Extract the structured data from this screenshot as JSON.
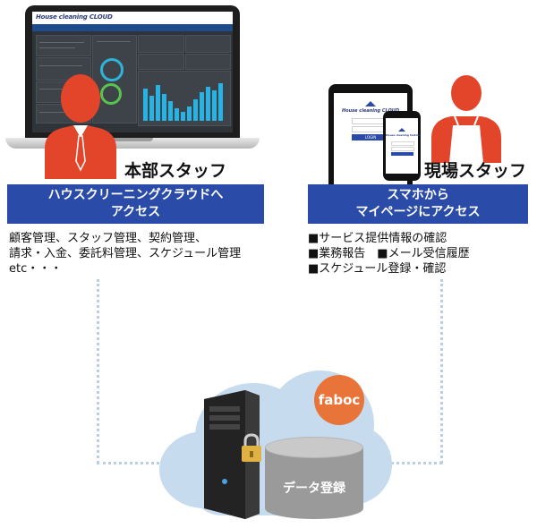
{
  "hq": {
    "label": "本部スタッフ",
    "box_line1": "ハウスクリーニングクラウドへ",
    "box_line2": "アクセス",
    "desc": [
      "顧客管理、スタッフ管理、契約管理、",
      "請求・入金、委託料管理、スケジュール管理",
      "etc・・・"
    ]
  },
  "field": {
    "label": "現場スタッフ",
    "box_line1": "スマホから",
    "box_line2": "マイページにアクセス",
    "items": [
      "■サービス提供情報の確認",
      "■業務報告　■メール受信履歴",
      "■スケジュール登録・確認"
    ]
  },
  "laptop_app": {
    "brand": "House cleaning CLOUD"
  },
  "tablet_app": {
    "brand": "House cleaning CLOUD",
    "button": "LOGIN"
  },
  "phone_app": {
    "brand": "House cleaning CLOUD"
  },
  "cloud": {
    "badge": "faboc",
    "db_label": "データ登録"
  },
  "chart_data": {
    "type": "diagram",
    "nodes": [
      "本部スタッフ",
      "現場スタッフ",
      "faboc",
      "データ登録"
    ],
    "colors": {
      "accent": "#2b4ba8",
      "person": "#e2452a",
      "badge": "#e9743a",
      "cloud": "#c7dbee"
    },
    "icons": [
      "laptop-icon",
      "person-icon",
      "tablet-icon",
      "phone-icon",
      "cloud-icon",
      "server-icon",
      "lock-icon",
      "database-icon"
    ]
  }
}
